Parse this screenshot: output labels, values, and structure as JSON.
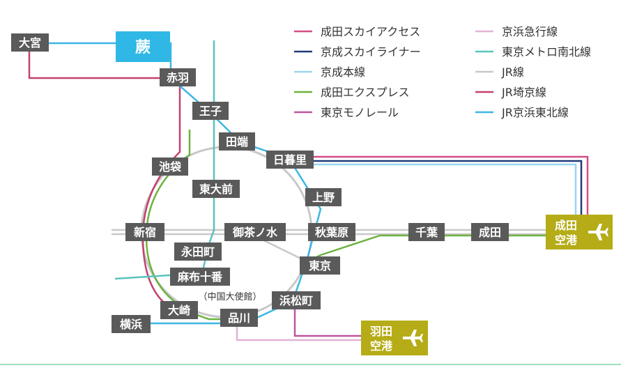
{
  "colors": {
    "narita_sky_access": "#d44c86",
    "keisei_skyliner": "#203a7a",
    "keisei_main": "#9ad5ef",
    "narita_express": "#6cb33f",
    "tokyo_monorail": "#c0559c",
    "keikyu": "#e0b4d8",
    "metro_namboku": "#5ac3bd",
    "jr": "#c8c8c8",
    "jr_saikyo": "#c4406f",
    "jr_keihin_tohoku": "#3cb6e3",
    "station_bg": "#5a5a5a",
    "highlight_bg": "#2fb8e6",
    "airport_bg": "#b5ac17"
  },
  "legend": [
    {
      "label": "成田スカイアクセス",
      "color": "#d44c86"
    },
    {
      "label": "京成スカイライナー",
      "color": "#203a7a"
    },
    {
      "label": "京成本線",
      "color": "#9ad5ef"
    },
    {
      "label": "成田エクスプレス",
      "color": "#6cb33f"
    },
    {
      "label": "東京モノレール",
      "color": "#c0559c"
    },
    {
      "label": "京浜急行線",
      "color": "#e0b4d8"
    },
    {
      "label": "東京メトロ南北線",
      "color": "#5ac3bd"
    },
    {
      "label": "JR線",
      "color": "#c8c8c8"
    },
    {
      "label": "JR埼京線",
      "color": "#c4406f"
    },
    {
      "label": "JR京浜東北線",
      "color": "#3cb6e3"
    }
  ],
  "stations": {
    "omiya": "大宮",
    "warabi": "蕨",
    "akabane": "赤羽",
    "oji": "王子",
    "tabata": "田端",
    "nippori": "日暮里",
    "ikebukuro": "池袋",
    "todaimae": "東大前",
    "ueno": "上野",
    "shinjuku": "新宿",
    "ochanomizu": "御茶ノ水",
    "akihabara": "秋葉原",
    "chiba": "千葉",
    "narita": "成田",
    "nagatacho": "永田町",
    "tokyo": "東京",
    "azabujuban": "麻布十番",
    "osaki": "大崎",
    "hamamatsucho": "浜松町",
    "shinagawa": "品川",
    "yokohama": "横浜"
  },
  "note": "（中国大使館）",
  "airports": {
    "narita_line1": "成田",
    "narita_line2": "空港",
    "haneda_line1": "羽田",
    "haneda_line2": "空港",
    "icon": "airplane-icon"
  }
}
